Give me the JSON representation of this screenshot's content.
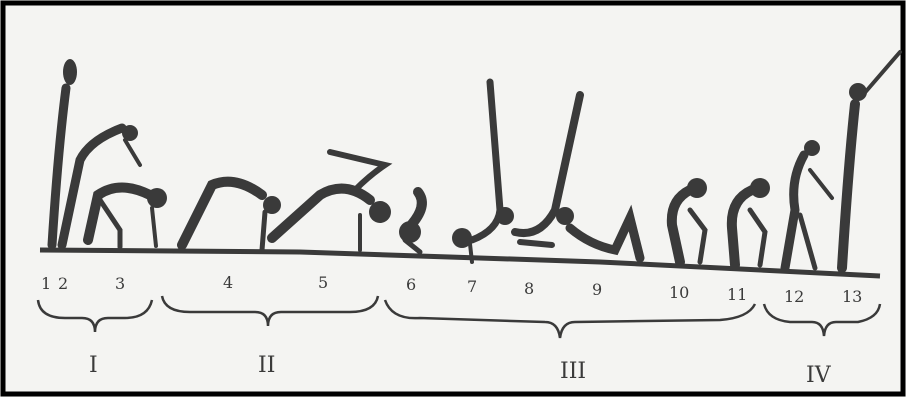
{
  "figure": {
    "frame_labels": [
      "1",
      "2",
      "3",
      "4",
      "5",
      "6",
      "7",
      "8",
      "9",
      "10",
      "11",
      "12",
      "13"
    ],
    "phases": [
      {
        "label": "I",
        "frames": [
          "1",
          "2",
          "3"
        ]
      },
      {
        "label": "II",
        "frames": [
          "4",
          "5"
        ]
      },
      {
        "label": "III",
        "frames": [
          "6",
          "7",
          "8",
          "9",
          "10",
          "11"
        ]
      },
      {
        "label": "IV",
        "frames": [
          "12",
          "13"
        ]
      }
    ],
    "colors": {
      "ink": "#3a3a3a",
      "paper": "#f4f4f2",
      "border": "#000000"
    }
  }
}
